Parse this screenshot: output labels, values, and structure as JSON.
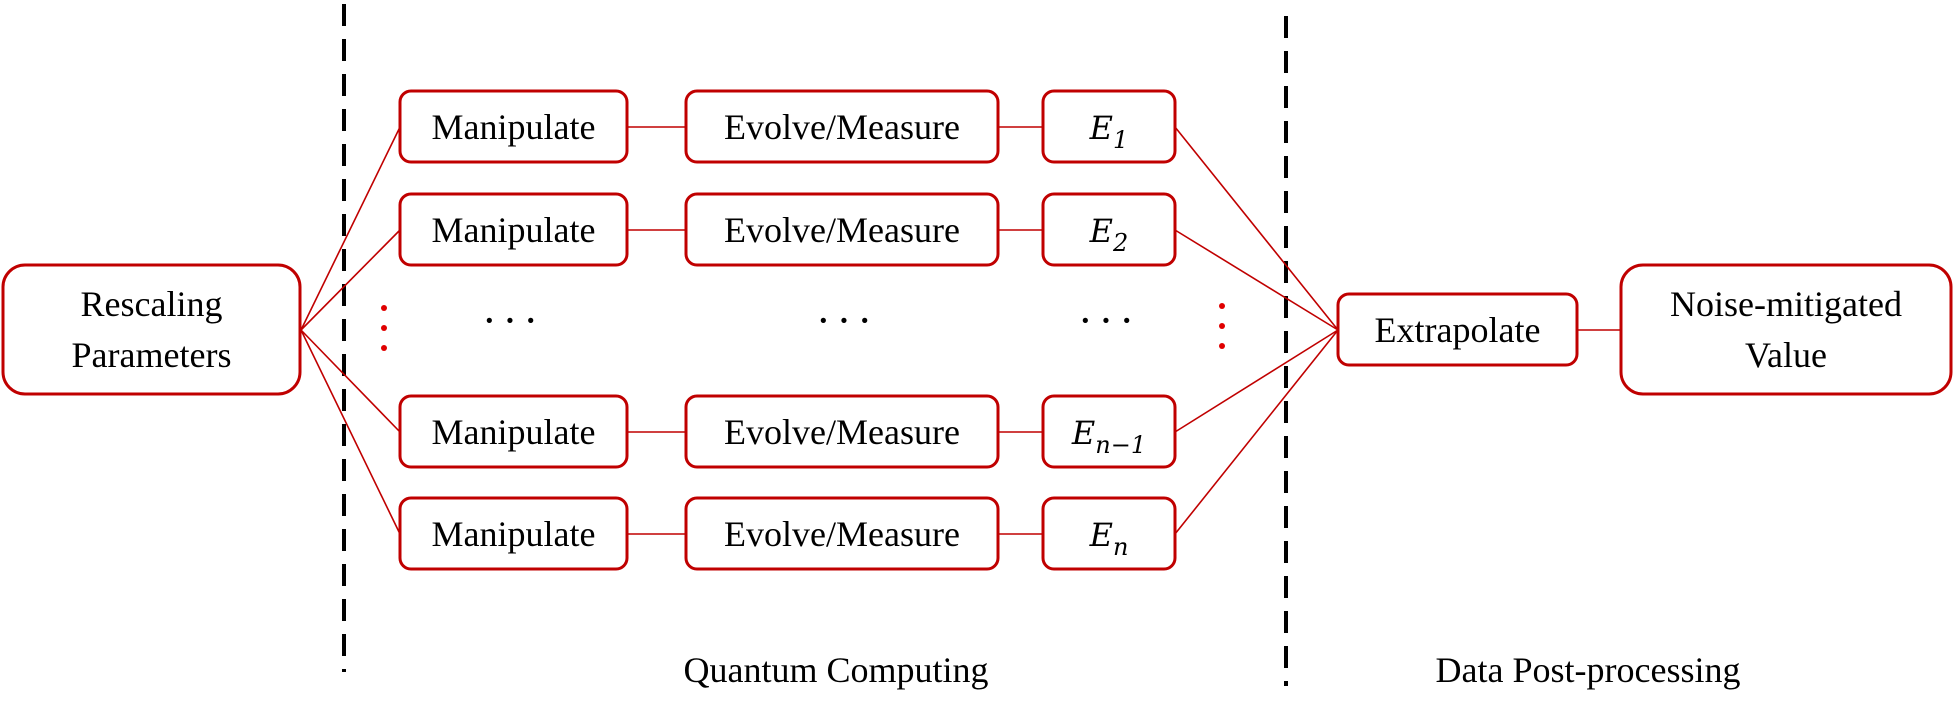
{
  "diagram": {
    "input": {
      "line1": "Rescaling",
      "line2": "Parameters"
    },
    "rows": [
      {
        "manipulate": "Manipulate",
        "evolve": "Evolve/Measure",
        "e_base": "E",
        "e_sub": "1"
      },
      {
        "manipulate": "Manipulate",
        "evolve": "Evolve/Measure",
        "e_base": "E",
        "e_sub": "2"
      },
      {
        "manipulate": "Manipulate",
        "evolve": "Evolve/Measure",
        "e_base": "E",
        "e_sub": "n−1"
      },
      {
        "manipulate": "Manipulate",
        "evolve": "Evolve/Measure",
        "e_base": "E",
        "e_sub": "n"
      }
    ],
    "ellipsis": "···",
    "extrapolate": "Extrapolate",
    "output": {
      "line1": "Noise-mitigated",
      "line2": "Value"
    },
    "captions": {
      "quantum": "Quantum Computing",
      "post": "Data Post-processing"
    },
    "colors": {
      "accent": "#c00000",
      "dots": "#e00000",
      "separator": "#000000"
    }
  }
}
